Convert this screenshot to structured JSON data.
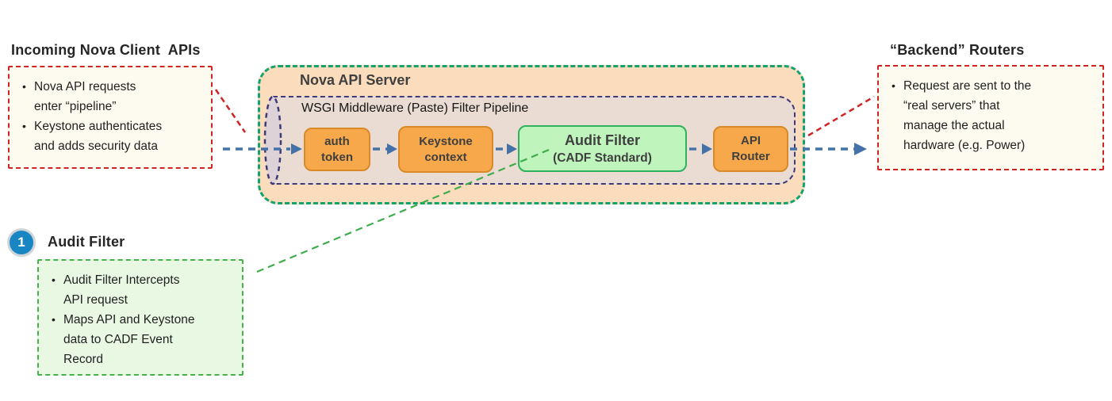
{
  "callouts": {
    "incoming": {
      "title": "Incoming Nova Client  APIs",
      "bullets": [
        "Nova API requests\nenter “pipeline”",
        "Keystone authenticates\nand adds security data"
      ]
    },
    "backend": {
      "title": "“Backend” Routers",
      "bullets": [
        "Request are sent to the\n“real servers” that\nmanage the actual\nhardware (e.g. Power)"
      ]
    },
    "audit_note": {
      "step_badge": "1",
      "title": "Audit Filter",
      "bullets": [
        "Audit Filter Intercepts\nAPI request",
        "Maps API and Keystone\ndata to CADF Event\nRecord"
      ]
    }
  },
  "server": {
    "title": "Nova API Server",
    "pipeline": {
      "title": "WSGI Middleware (Paste) Filter Pipeline",
      "stages": {
        "auth_token": {
          "line1": "auth",
          "line2": "token"
        },
        "keystone_context": {
          "line1": "Keystone",
          "line2": "context"
        },
        "audit_filter": {
          "title": "Audit Filter",
          "subtitle": "(CADF Standard)"
        },
        "api_router": {
          "line1": "API",
          "line2": "Router"
        }
      }
    }
  },
  "colors": {
    "callout_red_border": "#D02424",
    "callout_cream_fill": "#FDFBEF",
    "server_green_border": "#14A36F",
    "server_peach_fill": "#FBDDBD",
    "pipeline_purple_border": "#3E3A78",
    "pipeline_tan_fill": "#EADCD2",
    "stage_orange_fill": "#F6A84B",
    "stage_orange_border": "#D98A28",
    "audit_green_fill": "#BFF4BC",
    "audit_green_border": "#2FB15F",
    "note_green_border": "#45B34A",
    "note_green_fill": "#E8F8E3",
    "flow_arrow_blue": "#4472A8",
    "leader_line_red": "#D02424",
    "callout_line_green": "#3FAD4C",
    "step_badge_blue": "#1886C3"
  }
}
